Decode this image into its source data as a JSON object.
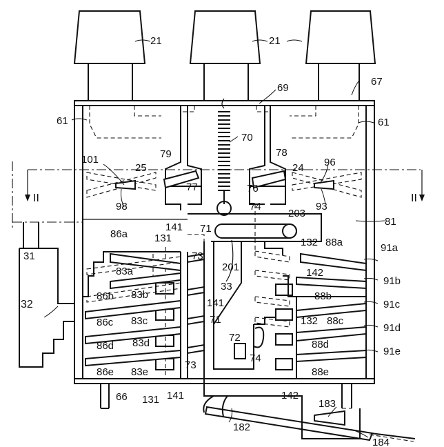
{
  "labels": {
    "l21a": "21",
    "l21b": "21",
    "l67": "67",
    "l69": "69",
    "l61a": "61",
    "l61b": "61",
    "l70": "70",
    "l101": "101",
    "l25": "25",
    "l79": "79",
    "l78": "78",
    "l24": "24",
    "l96": "96",
    "l77": "77",
    "l76": "76",
    "l98": "98",
    "l93": "93",
    "lII_left": "II",
    "lII_right": "II",
    "l74a": "74",
    "l71a": "71",
    "l203": "203",
    "l81": "81",
    "l141a": "141",
    "l131a": "131",
    "l86a": "86a",
    "l83a": "83a",
    "l73a": "73",
    "l201": "201",
    "l132a": "132",
    "l88a": "88a",
    "l91a": "91a",
    "l31": "31",
    "l86b": "86b",
    "l83b": "83b",
    "l33": "33",
    "l142a": "142",
    "l91b": "91b",
    "l32": "32",
    "l141b": "141",
    "l88b": "88b",
    "l91c": "91c",
    "l86c": "86c",
    "l83c": "83c",
    "l71b": "71",
    "l132b": "132",
    "l88c": "88c",
    "l91d": "91d",
    "l72": "72",
    "l86d": "86d",
    "l83d": "83d",
    "l88d": "88d",
    "l91e": "91e",
    "l73b": "73",
    "l74b": "74",
    "l86e": "86e",
    "l83e": "83e",
    "l88e": "88e",
    "l66": "66",
    "l131b": "131",
    "l141c": "141",
    "l142b": "142",
    "l183": "183",
    "l182": "182",
    "l184": "184"
  }
}
